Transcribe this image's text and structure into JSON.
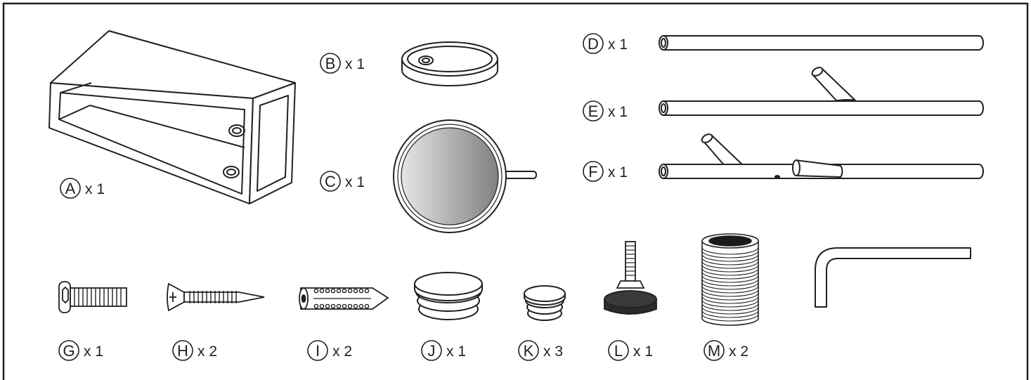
{
  "colors": {
    "ink": "#231f20",
    "paper": "#ffffff",
    "mirror_light": "#e6e6e6",
    "mirror_dark": "#808080",
    "knob": "#2b2b2b"
  },
  "parts": [
    {
      "letter": "A",
      "qty": "x 1",
      "icon": "rectangular-box-frame-icon"
    },
    {
      "letter": "B",
      "qty": "x 1",
      "icon": "round-base-plate-icon"
    },
    {
      "letter": "C",
      "qty": "x 1",
      "icon": "round-mirror-icon"
    },
    {
      "letter": "D",
      "qty": "x 1",
      "icon": "straight-tube-icon"
    },
    {
      "letter": "E",
      "qty": "x 1",
      "icon": "tube-with-one-branch-icon"
    },
    {
      "letter": "F",
      "qty": "x 1",
      "icon": "tube-with-two-branches-icon"
    },
    {
      "letter": "G",
      "qty": "x 1",
      "icon": "hex-socket-screw-icon"
    },
    {
      "letter": "H",
      "qty": "x 2",
      "icon": "phillips-wood-screw-icon"
    },
    {
      "letter": "I",
      "qty": "x 2",
      "icon": "wall-anchor-icon"
    },
    {
      "letter": "J",
      "qty": "x 1",
      "icon": "large-end-cap-icon"
    },
    {
      "letter": "K",
      "qty": "x 3",
      "icon": "small-end-cap-icon"
    },
    {
      "letter": "L",
      "qty": "x 1",
      "icon": "leveling-foot-icon"
    },
    {
      "letter": "M",
      "qty": "x 2",
      "icon": "threaded-sleeve-icon"
    },
    {
      "letter": "",
      "qty": "",
      "icon": "allen-key-icon"
    }
  ]
}
